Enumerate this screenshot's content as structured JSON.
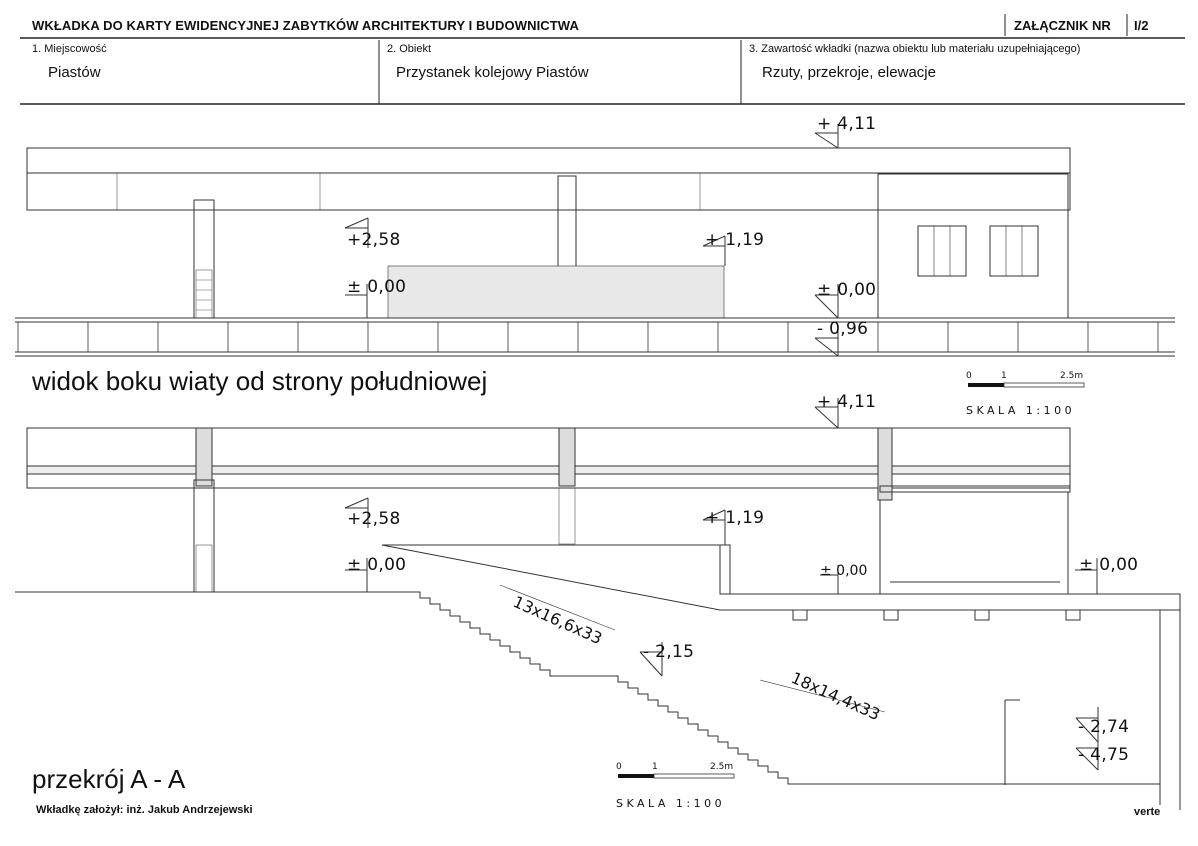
{
  "header": {
    "title": "WKŁADKA DO KARTY EWIDENCYJNEJ ZABYTKÓW ARCHITEKTURY I BUDOWNICTWA",
    "annex_label": "ZAŁĄCZNIK NR",
    "annex_number": "I/2"
  },
  "fields": {
    "locality_label": "1. Miejscowość",
    "locality_value": "Piastów",
    "object_label": "2. Obiekt",
    "object_value": "Przystanek kolejowy Piastów",
    "contents_label": "3. Zawartość wkładki (nazwa obiektu lub materiału uzupełniającego)",
    "contents_value": "Rzuty, przekroje, elewacje"
  },
  "elevation": {
    "title": "widok boku wiaty od strony południowej",
    "levels": {
      "top": "+ 4,11",
      "roof_edge": "+2,58",
      "fence_top": "+ 1,19",
      "ground_left": "± 0,00",
      "ground_right": "± 0,00",
      "track": "- 0,96"
    },
    "scale": {
      "tick0": "0",
      "tick1": "1",
      "tick2": "2.5m",
      "label": "SKALA 1:100"
    }
  },
  "section": {
    "title": "przekrój A - A",
    "levels": {
      "top": "+ 4,11",
      "roof_edge": "+2,58",
      "platform": "+ 1,19",
      "ground_left": "± 0,00",
      "floor": "± 0,00",
      "ground_right": "± 0,00",
      "landing": "- 2,15",
      "tunnel_ceiling": "- 2,74",
      "tunnel_floor": "- 4,75"
    },
    "stairs_upper": "13x16,6x33",
    "stairs_lower": "18x14,4x33",
    "scale": {
      "tick0": "0",
      "tick1": "1",
      "tick2": "2.5m",
      "label": "SKALA 1:100"
    }
  },
  "footer": {
    "author": "Wkładkę założył: inż. Jakub Andrzejewski",
    "corner_text": "verte"
  }
}
